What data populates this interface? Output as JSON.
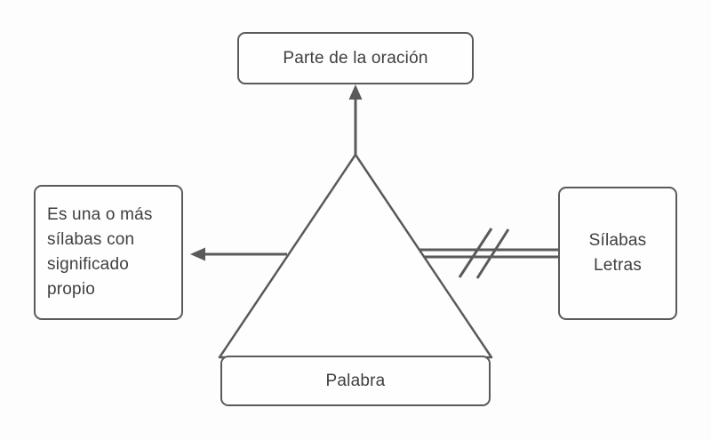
{
  "colors": {
    "stroke": "#5a5a5a",
    "text": "#3f3f3f",
    "background": "#fdfdfd",
    "box_fill": "#fefefe"
  },
  "nodes": {
    "top": {
      "label": "Parte de la oración"
    },
    "left": {
      "label": "Es una o más sílabas con significado propio"
    },
    "right": {
      "label": "Sílabas\nLetras"
    },
    "bottom": {
      "label": "Palabra"
    }
  }
}
